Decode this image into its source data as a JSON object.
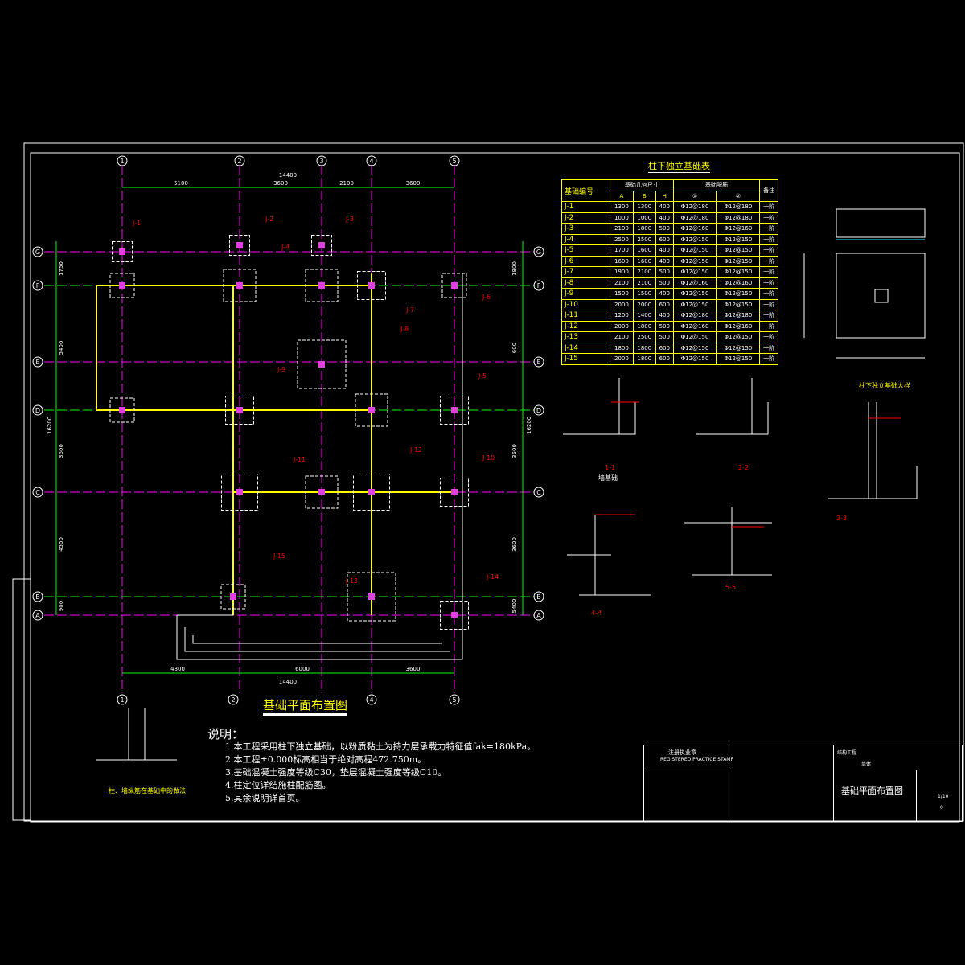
{
  "plan": {
    "title": "基础平面布置图",
    "col_axes": [
      "1",
      "2",
      "3",
      "4",
      "5"
    ],
    "row_axes": [
      "A",
      "B",
      "C",
      "D",
      "E",
      "F",
      "G"
    ],
    "top_dims": [
      "5100",
      "3600",
      "2100",
      "3600"
    ],
    "top_total": "14400",
    "bottom_dims": [
      "4800",
      "6000",
      "3600"
    ],
    "bottom_total": "14400",
    "left_dims": [
      "1750",
      "5400",
      "3600",
      "4500",
      "900"
    ],
    "left_total": "16200",
    "right_dims": [
      "1800",
      "600",
      "3600",
      "3600",
      "5400"
    ],
    "right_total": "16200",
    "labels": [
      "J-1",
      "J-2",
      "J-3",
      "J-4",
      "J-5",
      "J-6",
      "J-7",
      "J-8",
      "J-9",
      "J-10",
      "J-11",
      "J-12",
      "J-13",
      "J-14",
      "J-15"
    ]
  },
  "table": {
    "title": "柱下独立基础表",
    "h_id": "基础编号",
    "h_geom": "基础几何尺寸",
    "h_reinf": "基础配筋",
    "h_note": "备注",
    "sub": [
      "A",
      "B",
      "H",
      "①",
      "②"
    ],
    "rows": [
      [
        "J-1",
        "1300",
        "1300",
        "400",
        "Φ12@180",
        "Φ12@180",
        "一阶"
      ],
      [
        "J-2",
        "1000",
        "1000",
        "400",
        "Φ12@180",
        "Φ12@180",
        "一阶"
      ],
      [
        "J-3",
        "2100",
        "1800",
        "500",
        "Φ12@160",
        "Φ12@160",
        "一阶"
      ],
      [
        "J-4",
        "2500",
        "2500",
        "600",
        "Φ12@150",
        "Φ12@150",
        "一阶"
      ],
      [
        "J-5",
        "1700",
        "1600",
        "400",
        "Φ12@150",
        "Φ12@150",
        "一阶"
      ],
      [
        "J-6",
        "1600",
        "1600",
        "400",
        "Φ12@150",
        "Φ12@150",
        "一阶"
      ],
      [
        "J-7",
        "1900",
        "2100",
        "500",
        "Φ12@150",
        "Φ12@150",
        "一阶"
      ],
      [
        "J-8",
        "2100",
        "2100",
        "500",
        "Φ12@160",
        "Φ12@160",
        "一阶"
      ],
      [
        "J-9",
        "1500",
        "1500",
        "400",
        "Φ12@150",
        "Φ12@150",
        "一阶"
      ],
      [
        "J-10",
        "2000",
        "2000",
        "600",
        "Φ12@150",
        "Φ12@150",
        "一阶"
      ],
      [
        "J-11",
        "1200",
        "1400",
        "400",
        "Φ12@180",
        "Φ12@180",
        "一阶"
      ],
      [
        "J-12",
        "2000",
        "1800",
        "500",
        "Φ12@160",
        "Φ12@160",
        "一阶"
      ],
      [
        "J-13",
        "2100",
        "2500",
        "500",
        "Φ12@150",
        "Φ12@150",
        "一阶"
      ],
      [
        "J-14",
        "1800",
        "1800",
        "600",
        "Φ12@150",
        "Φ12@150",
        "一阶"
      ],
      [
        "J-15",
        "2000",
        "1800",
        "600",
        "Φ12@150",
        "Φ12@150",
        "一阶"
      ]
    ]
  },
  "details": {
    "typical": "柱下独立基础大样",
    "s11": "1-1",
    "s22": "2-2",
    "s33": "3-3",
    "s44": "4-4",
    "s55": "5-5",
    "wall": "墙基础",
    "col_wall": "柱、墙纵筋在基础中的做法"
  },
  "notes": {
    "heading": "说明：",
    "items": [
      "1.本工程采用柱下独立基础，以粉质黏土为持力层承载力特征值fak=180kPa。",
      "2.本工程±0.000标高相当于绝对高程472.750m。",
      "3.基础混凝土强度等级C30，垫层混凝土强度等级C10。",
      "4.柱定位详结施柱配筋图。",
      "5.其余说明详首页。"
    ]
  },
  "titleblock": {
    "stamp": "注册执业章",
    "stamp_en": "REGISTERED PRACTICE STAMP",
    "drawing_title": "基础平面布置图",
    "scale": "1/10",
    "sheet": "0",
    "project": "结构工程",
    "stage": "单体"
  }
}
